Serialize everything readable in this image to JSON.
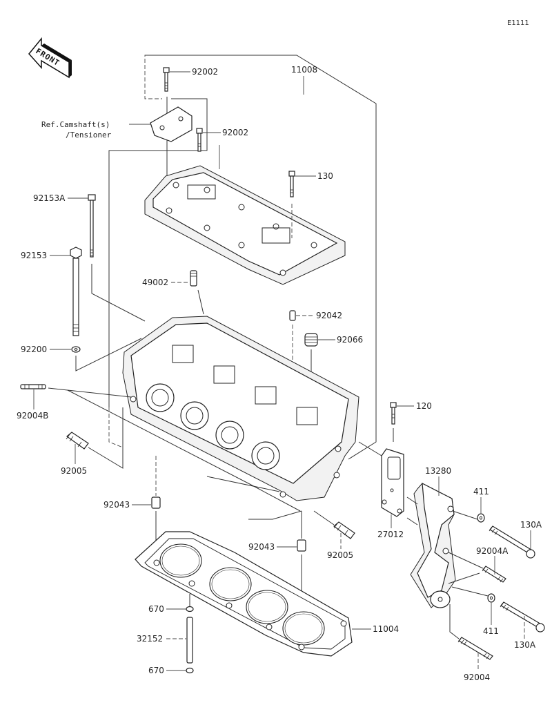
{
  "diagram": {
    "code": "E1111",
    "front_label": "FRONT",
    "reference_note": {
      "line1": "Ref.Camshaft(s)",
      "line2": "/Tensioner"
    },
    "parts": [
      {
        "id": "p92002a",
        "label": "92002",
        "name": "bolt"
      },
      {
        "id": "p11008",
        "label": "11008",
        "name": "cylinder-head-cover-set"
      },
      {
        "id": "p92002b",
        "label": "92002",
        "name": "bolt"
      },
      {
        "id": "p130",
        "label": "130",
        "name": "flanged-bolt"
      },
      {
        "id": "p92153A",
        "label": "92153A",
        "name": "long-bolt"
      },
      {
        "id": "p92153",
        "label": "92153",
        "name": "head-bolt"
      },
      {
        "id": "p49002",
        "label": "49002",
        "name": "plug"
      },
      {
        "id": "p92042",
        "label": "92042",
        "name": "dowel-pin"
      },
      {
        "id": "p92066",
        "label": "92066",
        "name": "plug-seal"
      },
      {
        "id": "p92200",
        "label": "92200",
        "name": "washer"
      },
      {
        "id": "p92004B",
        "label": "92004B",
        "name": "stud"
      },
      {
        "id": "p120",
        "label": "120",
        "name": "bolt"
      },
      {
        "id": "p92005a",
        "label": "92005",
        "name": "fitting"
      },
      {
        "id": "p13280",
        "label": "13280",
        "name": "bracket"
      },
      {
        "id": "p411a",
        "label": "411",
        "name": "washer"
      },
      {
        "id": "p130A_a",
        "label": "130A",
        "name": "bolt"
      },
      {
        "id": "p92043a",
        "label": "92043",
        "name": "dowel-pin"
      },
      {
        "id": "p27012",
        "label": "27012",
        "name": "plate"
      },
      {
        "id": "p92004A",
        "label": "92004A",
        "name": "stud"
      },
      {
        "id": "p92043b",
        "label": "92043",
        "name": "dowel-pin"
      },
      {
        "id": "p92005b",
        "label": "92005",
        "name": "fitting"
      },
      {
        "id": "p670a",
        "label": "670",
        "name": "o-ring"
      },
      {
        "id": "p11004",
        "label": "11004",
        "name": "head-gasket"
      },
      {
        "id": "p32152",
        "label": "32152",
        "name": "pipe"
      },
      {
        "id": "p411b",
        "label": "411",
        "name": "washer"
      },
      {
        "id": "p130A_b",
        "label": "130A",
        "name": "bolt"
      },
      {
        "id": "p670b",
        "label": "670",
        "name": "o-ring"
      },
      {
        "id": "p92004",
        "label": "92004",
        "name": "stud"
      }
    ]
  }
}
